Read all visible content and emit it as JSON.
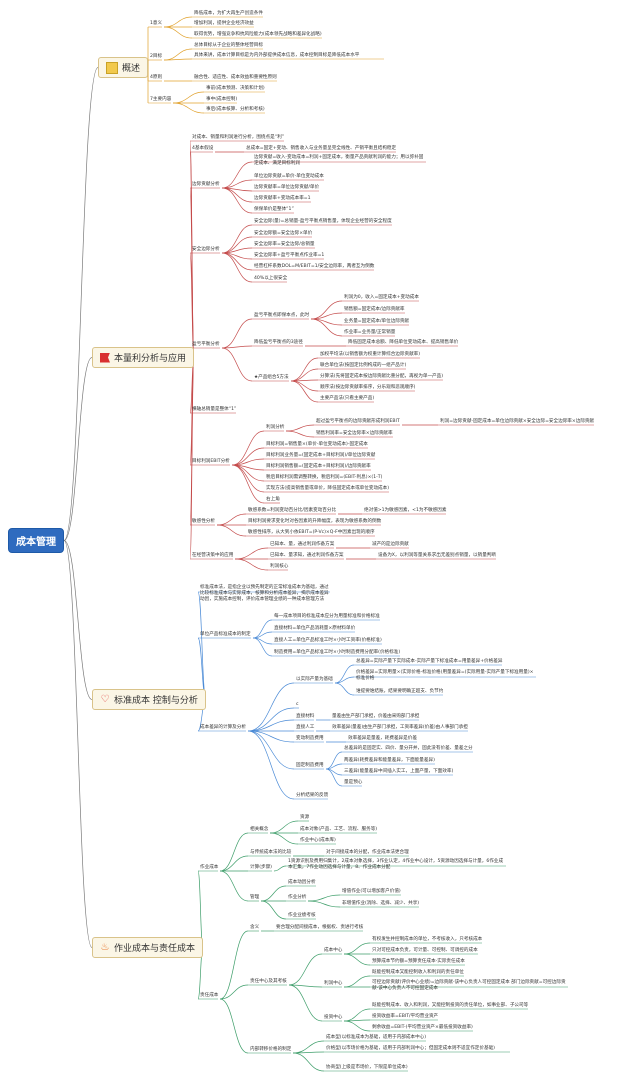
{
  "root": "成本管理",
  "sections": [
    {
      "id": "s1",
      "label": "概述",
      "icon": "note-icon",
      "items": [
        {
          "id": "s1a",
          "text": "1意义"
        },
        {
          "id": "s1a1",
          "text": "降低成本，为扩大再生产创造条件"
        },
        {
          "id": "s1a2",
          "text": "增加利润，提供企业经济效益"
        },
        {
          "id": "s1a3",
          "text": "取得优势，增强竞争和抗风险能力(成本领先战略和差异化战略)"
        },
        {
          "id": "s1b",
          "text": "2目标"
        },
        {
          "id": "s1b1",
          "text": "总体目标从于企业的整体经营目标"
        },
        {
          "id": "s1b2",
          "text": "具体来讲，成本计算目标是为内外部提供成本信息，成本控制目标是降低成本水平"
        },
        {
          "id": "s1c",
          "text": "4原则"
        },
        {
          "id": "s1c1",
          "text": "融合性、适应性、成本效益和重要性原则"
        },
        {
          "id": "s1d",
          "text": "7主要内容"
        },
        {
          "id": "s1d1",
          "text": "事前(成本预测、决策和计划)"
        },
        {
          "id": "s1d2",
          "text": "事中(成本控制)"
        },
        {
          "id": "s1d3",
          "text": "事后(成本核算、分析和考核)"
        }
      ]
    },
    {
      "id": "s2",
      "label": "本量利分析与应用",
      "icon": "flag-icon",
      "items": [
        {
          "id": "s2a",
          "text": "对成本、销量和利润进行分析，围绕点是“利”"
        },
        {
          "id": "s2b",
          "text": "4基本假设"
        },
        {
          "id": "s2b1",
          "text": "总成本=固定+变动、销售收入与业务量呈完全线性、产销平衡且结构稳定"
        },
        {
          "id": "s2c",
          "text": "边际贡献分析"
        },
        {
          "id": "s2c1",
          "text": "边际贡献=收入-变动成本=利润+固定成本，衡量产品贡献利润的能力；用以弥补固定成本、满足目标利润"
        },
        {
          "id": "s2c2",
          "text": "单位边际贡献=单价-单位变动成本"
        },
        {
          "id": "s2c3",
          "text": "边际贡献率=单位边际贡献/单价"
        },
        {
          "id": "s2c4",
          "text": "边际贡献率+变动成本率=1"
        },
        {
          "id": "s2c5",
          "text": "保保单价是整体“1”"
        },
        {
          "id": "s2d",
          "text": "安全边际分析"
        },
        {
          "id": "s2d1",
          "text": "安全边际(量)=总销量-盈亏平衡点销售量，体现企业经营的安全程度"
        },
        {
          "id": "s2d2",
          "text": "安全边际额=安全边际×单价"
        },
        {
          "id": "s2d3",
          "text": "安全边际率=安全边际/总销量"
        },
        {
          "id": "s2d4",
          "text": "安全边际率+盈亏平衡点作业率=1"
        },
        {
          "id": "s2d5",
          "text": "经营杠杆系数DOL=M/EBIT=1/安全边际率，两者互为倒数"
        },
        {
          "id": "s2d6",
          "text": "40%以上很安全"
        },
        {
          "id": "s2e",
          "text": "盈亏平衡分析"
        },
        {
          "id": "s2e1",
          "text": "盈亏平衡点即保本点，此时"
        },
        {
          "id": "s2e1a",
          "text": "利润为0，收入=固定成本+变动成本"
        },
        {
          "id": "s2e1b",
          "text": "销售额=固定成本/边际贡献率"
        },
        {
          "id": "s2e1c",
          "text": "业务量=固定成本/单位边际贡献"
        },
        {
          "id": "s2e1d",
          "text": "作业率=业务量/正常销量"
        },
        {
          "id": "s2e2",
          "text": "降低盈亏平衡点的3途径"
        },
        {
          "id": "s2e2a",
          "text": "降低固定成本总额、降低单位变动成本、提高销售单价"
        },
        {
          "id": "s2e3",
          "text": "★产品组合5方法"
        },
        {
          "id": "s2e3a",
          "text": "加权平均法(以销售额为权重计算综合边际贡献率)"
        },
        {
          "id": "s2e3b",
          "text": "联合单位法(按固定比例构成的一组产品计)"
        },
        {
          "id": "s2e3c",
          "text": "分算法(先将固定成本按边际贡献比重分配，再视为单一产品)"
        },
        {
          "id": "s2e3d",
          "text": "顺序法(按边际贡献率排序，分乐观和悲观顺序)"
        },
        {
          "id": "s2e3e",
          "text": "主要产品法(只看主要产品)"
        },
        {
          "id": "s2f",
          "text": "横轴总销量是整体“1”"
        },
        {
          "id": "s2g",
          "text": "目标利润EBIT分析"
        },
        {
          "id": "s2g1",
          "text": "利润分析"
        },
        {
          "id": "s2g1a",
          "text": "超过盈亏平衡点的边际贡献形成利润EBIT"
        },
        {
          "id": "s2g1a1",
          "text": "利润=边际贡献-固定成本=单位边际贡献×安全边际=安全边际率×边际贡献"
        },
        {
          "id": "s2g1b",
          "text": "销售利润率=安全边际率×边际贡献率"
        },
        {
          "id": "s2g2",
          "text": "目标利润=销售量×(单价-单位变动成本)-固定成本"
        },
        {
          "id": "s2g3",
          "text": "目标利润业务量=(固定成本+目标利润)/单位边际贡献"
        },
        {
          "id": "s2g4",
          "text": "目标利润销售额=(固定成本+目标利润)/边际贡献率"
        },
        {
          "id": "s2g5",
          "text": "税后目标利润需调整转换，税后利润=(EBIT-利息)×(1-T)"
        },
        {
          "id": "s2g6",
          "text": "实现方法(提高销售量或单价，降低固定成本或单位变动成本)"
        },
        {
          "id": "s2g7",
          "text": "右上角"
        },
        {
          "id": "s2h",
          "text": "敏感性分析"
        },
        {
          "id": "s2h1",
          "text": "敏感系数=利润变动百分比/因素变动百分比"
        },
        {
          "id": "s2h1a",
          "text": "绝对值>1为敏感因素，<1为不敏感因素"
        },
        {
          "id": "s2h2",
          "text": "目标利润要求变化时对各因素的升降幅度，表现为敏感系数的倒数"
        },
        {
          "id": "s2h3",
          "text": "敏感性排序，从大到小依EBIT=(P-Vc)×Q-F中因素出现的顺序"
        },
        {
          "id": "s2i",
          "text": "在经营决策中的应用"
        },
        {
          "id": "s2i1",
          "text": "已知本、量，通过利润作备方案"
        },
        {
          "id": "s2i1a",
          "text": "减产的是边际贡献"
        },
        {
          "id": "s2i2",
          "text": "已知本、量求知，通过利润作备方案"
        },
        {
          "id": "s2i2a",
          "text": "设备为X，以利润等量关系求出无差别点销量，以销量判断"
        },
        {
          "id": "s2i3",
          "text": "利润核心"
        }
      ]
    },
    {
      "id": "s3",
      "label": "标准成本 控制与分析",
      "icon": "heart-icon",
      "items": [
        {
          "id": "s3a",
          "text": "标准成本法，是指企业以预先制定的正常标准成本为基础，通过比较标准成本与实际成本，核算和分析成本差异，揭示成本差异动因，实施成本控制，评价成本管理业绩的一种成本管理方法"
        },
        {
          "id": "s3b",
          "text": "单位产品标准成本的制定"
        },
        {
          "id": "s3b1",
          "text": "每一成本项目的标准成本应分为用量标准和价格标准"
        },
        {
          "id": "s3b2",
          "text": "直接材料=单位产品消耗量×原材料单价"
        },
        {
          "id": "s3b3",
          "text": "直接人工=单位产品标准工时×小时工资率(价格标准)"
        },
        {
          "id": "s3b4",
          "text": "制造费用=单位产品标准工时×小时制造费用分配率(价格标准)"
        },
        {
          "id": "s3c",
          "text": "成本差异的计算及分析"
        },
        {
          "id": "s3c1",
          "text": "以实际产量为基础"
        },
        {
          "id": "s3c1a",
          "text": "总差异=实际产量下实际成本-实际产量下标准成本=用量差异+价格差异"
        },
        {
          "id": "s3c1b",
          "text": "价格差异=实际用量×(实际价格-标准价格)用量差异=(实际用量-实际产量下标准用量)×标准价格"
        },
        {
          "id": "s3c1c",
          "text": "谁提要谁结账，结果要明确正超支、负节约"
        },
        {
          "id": "s3c2",
          "text": "c"
        },
        {
          "id": "s3c3",
          "text": "直接材料"
        },
        {
          "id": "s3c3a",
          "text": "量差由生产部门承担，价差由采购部门承担"
        },
        {
          "id": "s3c4",
          "text": "直接人工"
        },
        {
          "id": "s3c4a",
          "text": "效率差异(量差)由生产部门承担，工资率差异(价差)由人事部门承担"
        },
        {
          "id": "s3c5",
          "text": "变动制造费用"
        },
        {
          "id": "s3c5a",
          "text": "效率差异是量差，耗费差异是价差"
        },
        {
          "id": "s3c6",
          "text": "固定制造费用"
        },
        {
          "id": "s3c6a",
          "text": "总差异的是固定实、四价、量分开并，固此没有价差、量差之分"
        },
        {
          "id": "s3c6b",
          "text": "两差异(耗费差异和能量差异，下面能量差异)"
        },
        {
          "id": "s3c6c",
          "text": "三差异(能量差异中间插入实工，上面产量，下面效率)"
        },
        {
          "id": "s3c6d",
          "text": "量是预心"
        },
        {
          "id": "s3c7",
          "text": "分析结果的反馈"
        }
      ]
    },
    {
      "id": "s4",
      "label": "作业成本与责任成本",
      "icon": "fire-icon",
      "items": [
        {
          "id": "s4a",
          "text": "作业成本"
        },
        {
          "id": "s4a1",
          "text": "相关概念"
        },
        {
          "id": "s4a1a",
          "text": "资源"
        },
        {
          "id": "s4a1b",
          "text": "成本对象(产品、工艺、流程、服务等)"
        },
        {
          "id": "s4a1c",
          "text": "作业中心(成本库)"
        },
        {
          "id": "s4a2",
          "text": "与传统成本法的比较"
        },
        {
          "id": "s4a2a",
          "text": "对于间接成本的分配，作业成本法更合理"
        },
        {
          "id": "s4a3",
          "text": "计算(步骤)"
        },
        {
          "id": "s4a3a",
          "text": "1资源识别及费用归集计，2成本对象选择，3作业认定，4作业中心设计，5资源动因选择与计量，6作业成本汇集，7作业动因选择与计量，8、作业成本分配"
        },
        {
          "id": "s4a4",
          "text": "管理"
        },
        {
          "id": "s4a4a",
          "text": "成本动因分析"
        },
        {
          "id": "s4a4b",
          "text": "作业分析"
        },
        {
          "id": "s4a4b1",
          "text": "增值作业(可以增加客户价值)"
        },
        {
          "id": "s4a4b2",
          "text": "非增值作业(消除、选择、减少、共享)"
        },
        {
          "id": "s4a4c",
          "text": "作业业绩考核"
        },
        {
          "id": "s4b",
          "text": "责任成本"
        },
        {
          "id": "s4b1",
          "text": "含义"
        },
        {
          "id": "s4b1a",
          "text": "要合理分配间接成本，根据权、责进行考核"
        },
        {
          "id": "s4b2",
          "text": "责任中心及其考核"
        },
        {
          "id": "s4b2a",
          "text": "成本中心"
        },
        {
          "id": "s4b2a1",
          "text": "有权发生并控制成本的单位，不考核收入，只考核成本"
        },
        {
          "id": "s4b2a2",
          "text": "只对可控成本负责，可计量、可控制、可调控的成本"
        },
        {
          "id": "s4b2a3",
          "text": "预算成本节约额=预算责任成本-实际责任成本"
        },
        {
          "id": "s4b2b",
          "text": "利润中心"
        },
        {
          "id": "s4b2b1",
          "text": "既能控制成本又能控制收入和利润的责任单位"
        },
        {
          "id": "s4b2b2",
          "text": "可控边际贡献(评价中心业绩)=边际贡献-该中心负责人可控固定成本 部门边际贡献=可控边际贡献-该中心负责人不可控固定成本"
        },
        {
          "id": "s4b2c",
          "text": "投资中心"
        },
        {
          "id": "s4b2c1",
          "text": "既能控制成本、收入和利润，又能控制投资的责任单位，如事业部、子公司等"
        },
        {
          "id": "s4b2c2",
          "text": "投资收益率=EBIT/平均营业资产"
        },
        {
          "id": "s4b2c3",
          "text": "剩余收益=EBIT-(平均营业资产×最低投资收益率)"
        },
        {
          "id": "s4b3",
          "text": "内部转移价格的制定"
        },
        {
          "id": "s4b3a",
          "text": "成本型(以标准成本为基础，适用于内部成本中心)"
        },
        {
          "id": "s4b3b",
          "text": "价格型(以市场价格为基础，适用于内部利润中心；但固定成本则不适宜作定价基础)"
        },
        {
          "id": "s4b3c",
          "text": "协商型(上级是市场价，下限是单位成本)"
        }
      ]
    }
  ]
}
